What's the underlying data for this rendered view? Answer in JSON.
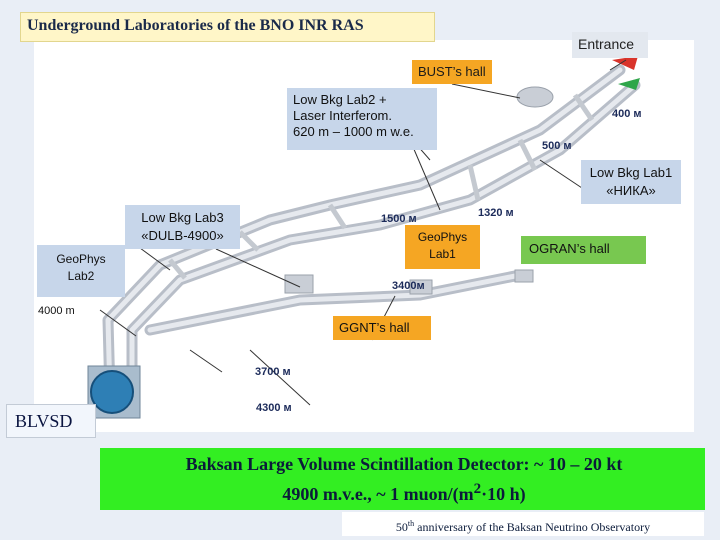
{
  "title": "Underground Laboratories of the BNO INR RAS",
  "entrance": "Entrance",
  "halls": {
    "bust": "BUST’s hall",
    "ogran": "OGRAN’s hall",
    "ggnt": "GGNT’s hall"
  },
  "labs": {
    "lab2": "Low Bkg Lab2 +\nLaser Interferom.\n620 m – 1000 m w.e.",
    "lab1": "Low Bkg Lab1\n«НИКА»",
    "lab3": "Low Bkg Lab3\n«DULB-4900»",
    "geophys2": "GeoPhys\nLab2",
    "geophys1": "GeoPhys\nLab1"
  },
  "depth_label": "4000 m",
  "distances": {
    "d400": "400 м",
    "d500": "500 м",
    "d1320": "1320 м",
    "d1500": "1500 м",
    "d3400": "3400м",
    "d3700": "3700 м",
    "d4300": "4300 м"
  },
  "blvsd": "BLVSD",
  "baksan": {
    "line1": "Baksan Large Volume Scintillation Detector: ~ 10 – 20 kt",
    "line2_prefix": "4900 m.v.e., ~ 1 muon/(m",
    "line2_sup": "2",
    "line2_suffix": "·10 h)"
  },
  "footer": {
    "prefix": "50",
    "sup": "th",
    "suffix": " anniversary of the Baksan Neutrino Observatory"
  },
  "colors": {
    "orange": "#f5a623",
    "blue_label": "#c7d6ea",
    "green_label": "#78c850",
    "green_band": "#33ee22",
    "tunnel": "#d4d8de"
  }
}
